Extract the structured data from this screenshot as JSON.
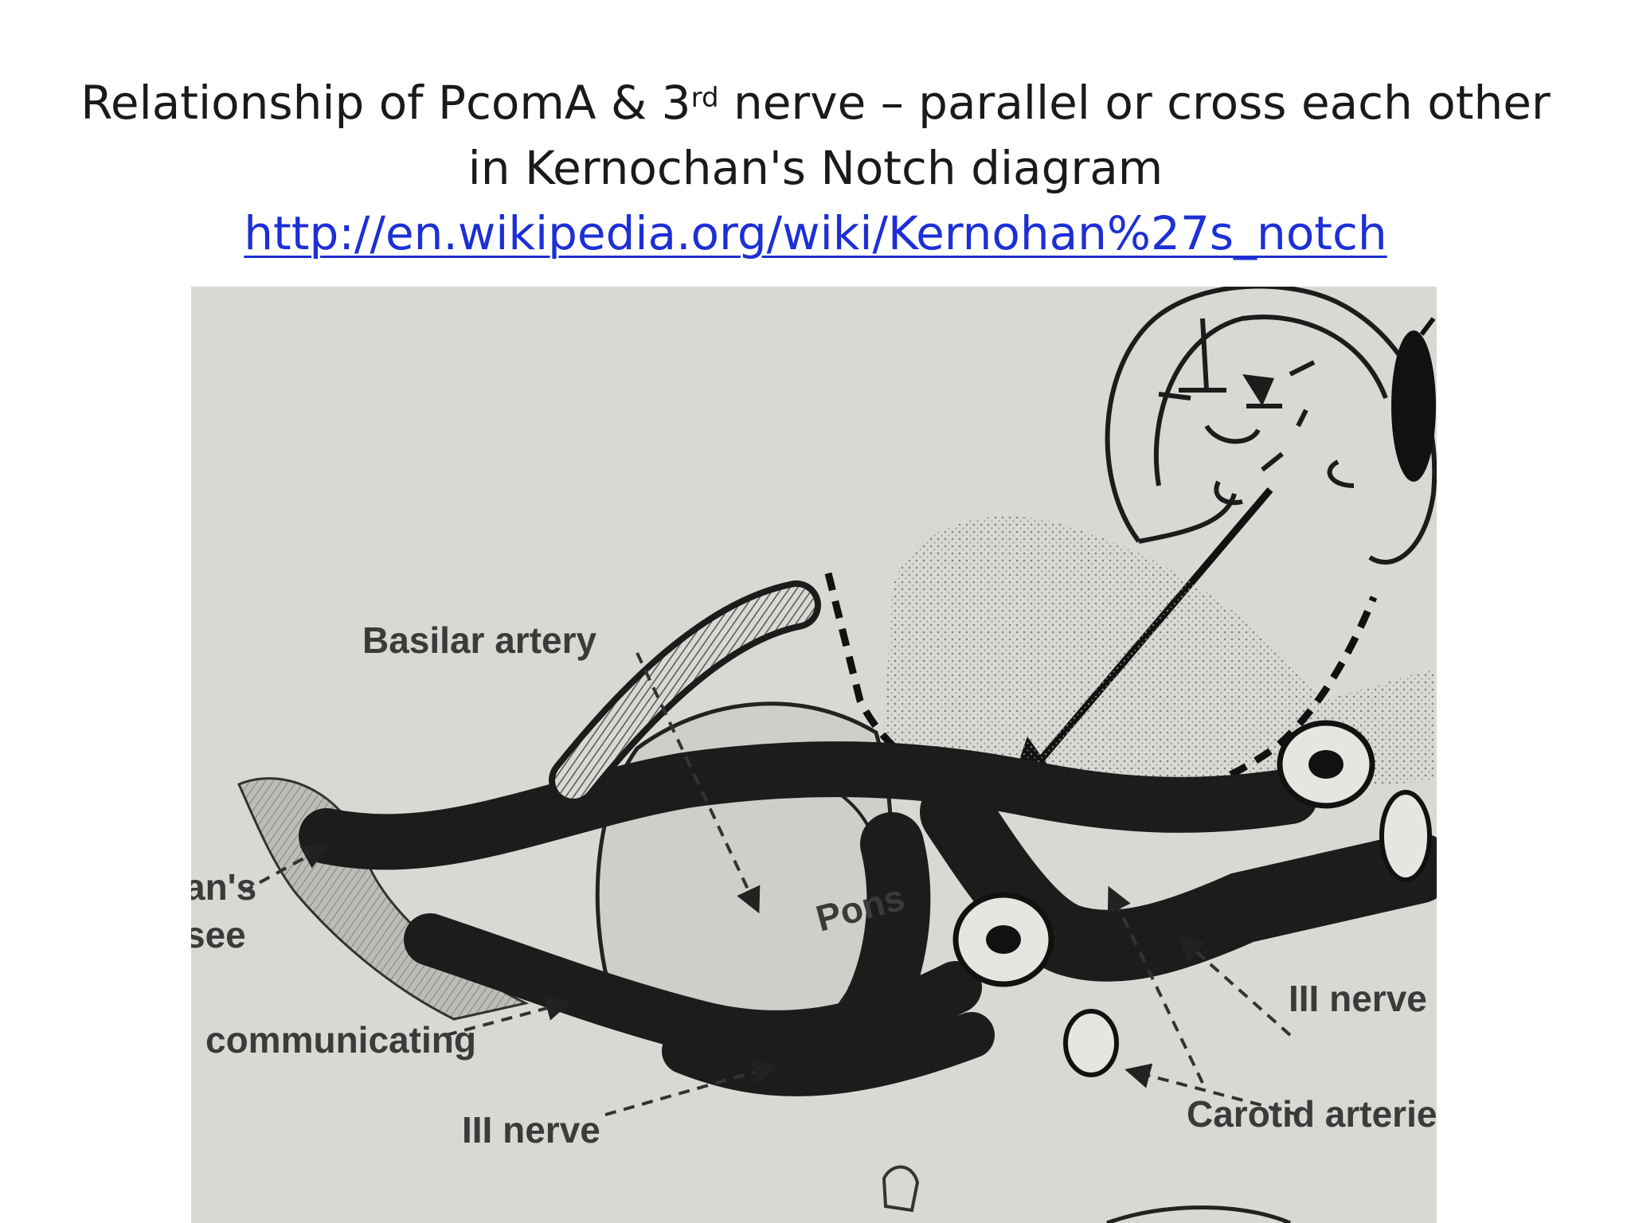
{
  "slide": {
    "title_part1": "Relationship of PcomA & 3",
    "title_sup": "rd",
    "title_part2": " nerve – parallel or cross each other",
    "title_line2": "in Kernochan's Notch diagram",
    "link_text": "http://en.wikipedia.org/wiki/Kernohan%27s_notch"
  },
  "figure": {
    "labels": {
      "basilar_artery": "Basilar artery",
      "pons": "Pons",
      "kernohan_cut": "an's",
      "see_cut": "see",
      "communicating_cut": "communicating",
      "iii_nerve_left": "III nerve",
      "iii_nerve_right": "III nerve",
      "carotid_arteries_cut": "Carotid arterie"
    }
  }
}
